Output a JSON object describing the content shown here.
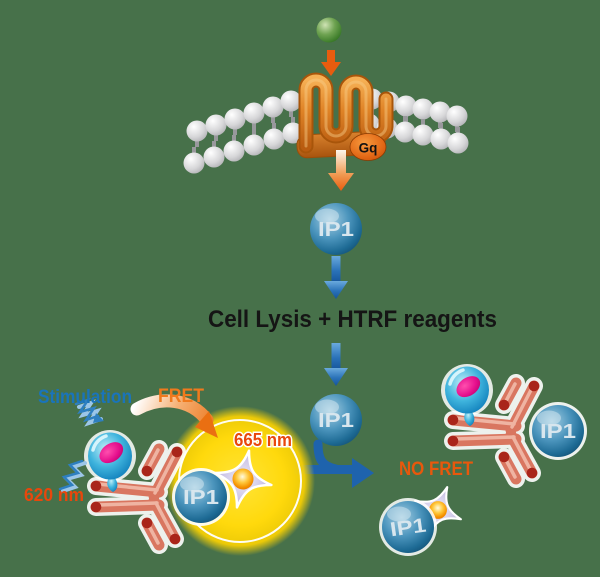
{
  "labels": {
    "gq": "Gq",
    "ip1": "IP1",
    "cell_lysis": "Cell Lysis + HTRF reagents",
    "stimulation": "Stimulation",
    "fret": "FRET",
    "nm620": "620 nm",
    "nm665": "665 nm",
    "no_fret": "NO FRET"
  },
  "colors": {
    "background": "#47714A",
    "lysis_text": "#151515",
    "stimulation_text": "#1a74ba",
    "fret_text": "#f07a1d",
    "wavelength_text": "#e8470c",
    "no_fret_text": "#e8580c",
    "gq_text": "#111111",
    "ip1_text": "#d8e6ee",
    "arrow_blue": "#2a72b8",
    "arrow_orange": "#e85c0e",
    "yellow_glow": "#ffd90c",
    "membrane_gray": "#c9c9cb",
    "receptor_orange": "#e08427",
    "ligand_green": "#5d9a44",
    "antibody_coral": "#dd7c64",
    "donor_blue": "#2196c9",
    "acceptor_star": "#b3a7d6"
  }
}
